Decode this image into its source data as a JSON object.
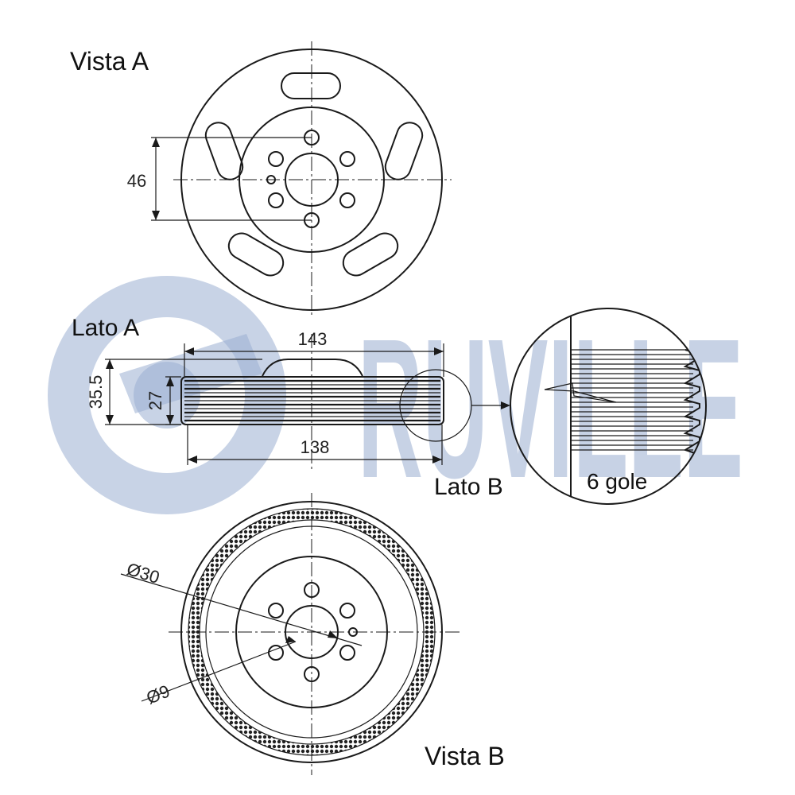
{
  "watermark": {
    "brand": "RUVILLE",
    "color": "#9aaed1"
  },
  "views": {
    "vista_a": "Vista A",
    "lato_a": "Lato A",
    "lato_b": "Lato B",
    "vista_b": "Vista B"
  },
  "dimensions": {
    "bolt_circle": "46",
    "outer_width": "143",
    "inner_width": "138",
    "total_height": "35.5",
    "groove_height": "27",
    "bore_diameter": "Ø30",
    "hole_diameter": "Ø9"
  },
  "detail": {
    "grooves": "6 gole"
  }
}
